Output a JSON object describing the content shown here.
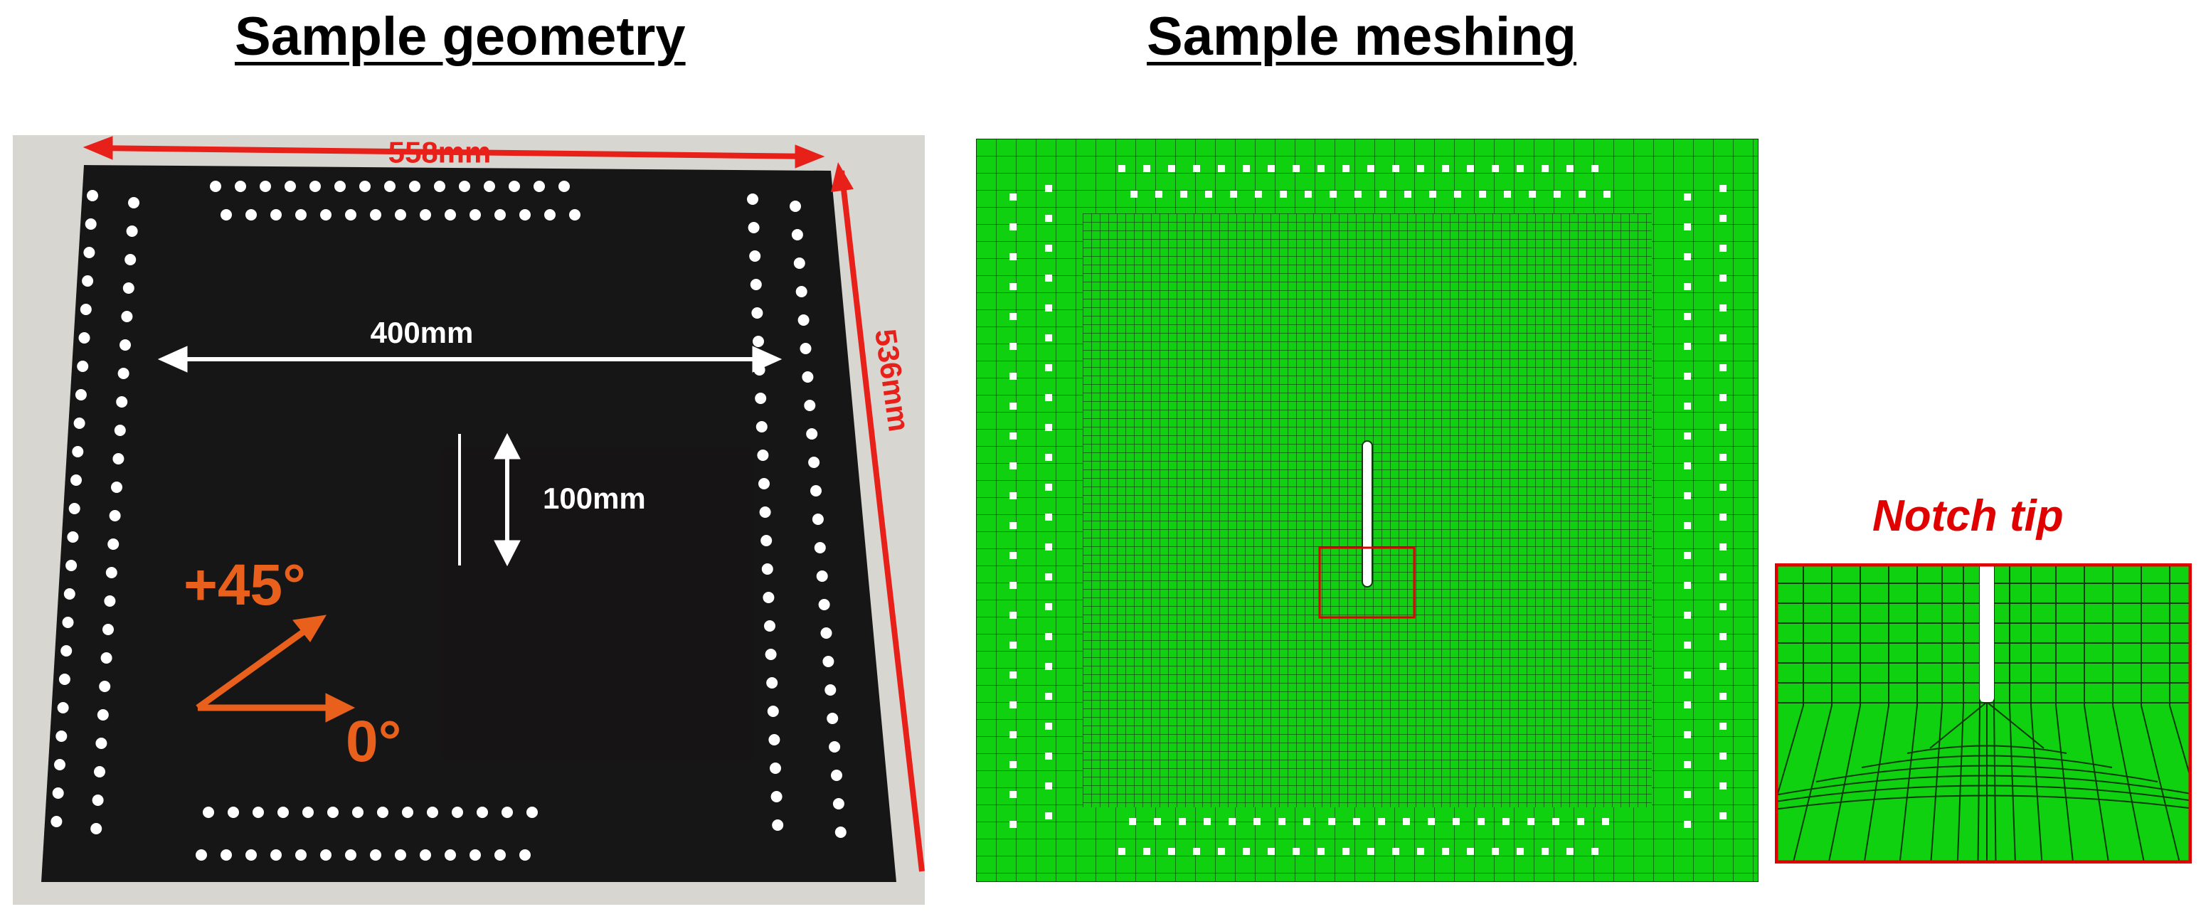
{
  "titles": {
    "geometry": "Sample geometry",
    "meshing": "Sample meshing",
    "notch_tip": "Notch tip"
  },
  "dimensions": {
    "width": "558mm",
    "height": "536mm",
    "inner": "400mm",
    "notch": "100mm"
  },
  "orientations": {
    "diag": "+45°",
    "horiz": "0°"
  },
  "colors": {
    "photo_bg": "#d8d6d1",
    "plate": "#171616",
    "annot_red": "#e8201a",
    "annot_orange": "#e8601c",
    "mesh_green": "#0fd10f",
    "mesh_line": "#0a3a0a",
    "hole": "#ffffff",
    "highlight": "#e00000"
  }
}
